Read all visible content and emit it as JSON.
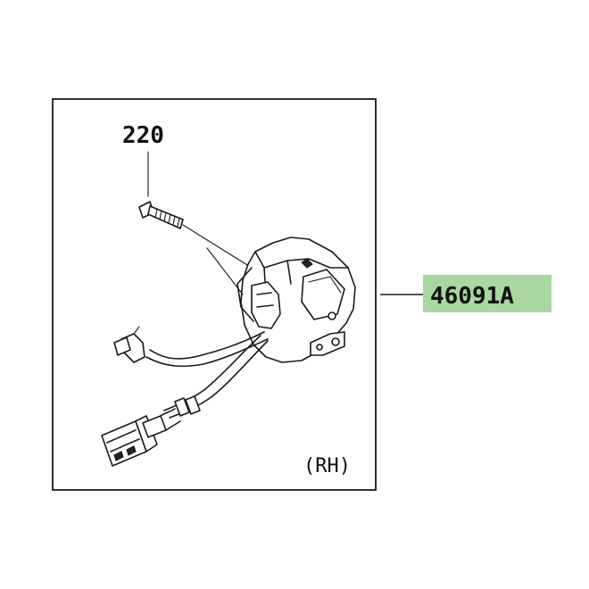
{
  "diagram": {
    "bolt_part_number": "220",
    "assembly_part_number": "46091A",
    "side_note": "(RH)",
    "highlight_color": "#a8d8a0",
    "frame_color": "#1a1a1a",
    "background_color": "#ffffff"
  }
}
